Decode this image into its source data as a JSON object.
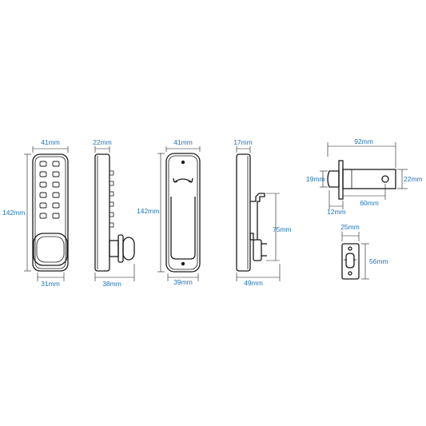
{
  "dimensions": {
    "front_width": "41mm",
    "front_height": "142mm",
    "front_knob_width": "31mm",
    "side_depth": "22mm",
    "side_knob_depth": "38mm",
    "back_width": "41mm",
    "back_height": "142mm",
    "back_bottom_width": "39mm",
    "back_side_depth": "17mm",
    "back_side_lever_height": "75mm",
    "back_side_lever_depth": "49mm",
    "latch_length": "92mm",
    "latch_face_height": "19mm",
    "latch_face_depth": "12mm",
    "latch_backset": "60mm",
    "latch_body_height": "22mm",
    "strike_width": "25mm",
    "strike_height": "56mm"
  }
}
